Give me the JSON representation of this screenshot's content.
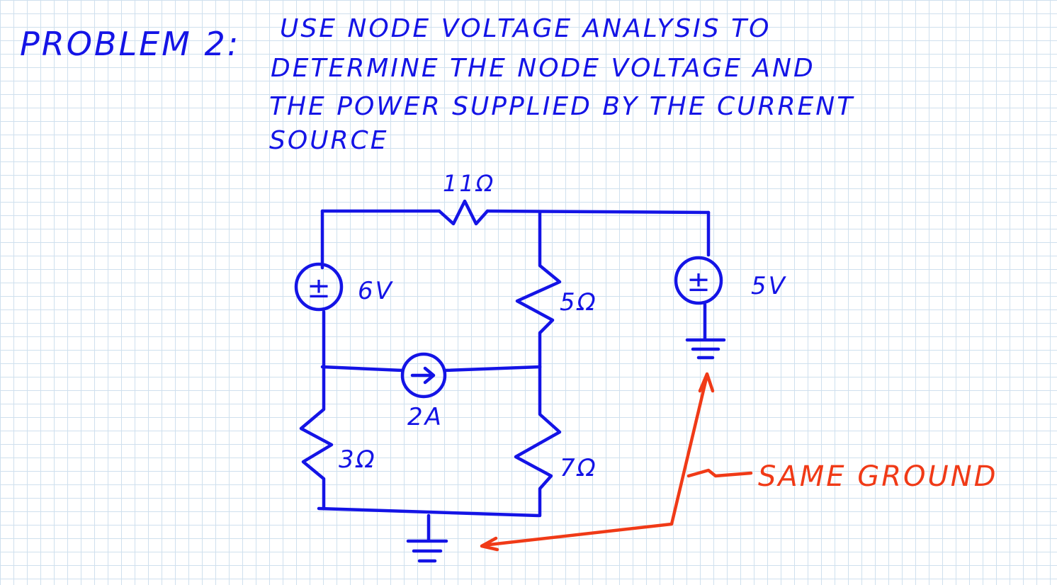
{
  "problem": {
    "label": "PROBLEM 2:",
    "lines": [
      "USE NODE VOLTAGE ANALYSIS TO",
      "DETERMINE THE NODE VOLTAGE AND",
      "THE POWER SUPPLIED BY THE CURRENT",
      "SOURCE"
    ]
  },
  "circuit": {
    "r_top": "11Ω",
    "r_mid_right": "5Ω",
    "r_bot_left": "3Ω",
    "r_bot_right": "7Ω",
    "vs_left": "6V",
    "vs_right": "5V",
    "isrc": "2A",
    "vs_symbol": "±"
  },
  "annotation": {
    "text": "SAME GROUND"
  },
  "colors": {
    "ink_blue": "#1414e6",
    "ink_red": "#f03a17",
    "grid": "#cfe0ee"
  }
}
